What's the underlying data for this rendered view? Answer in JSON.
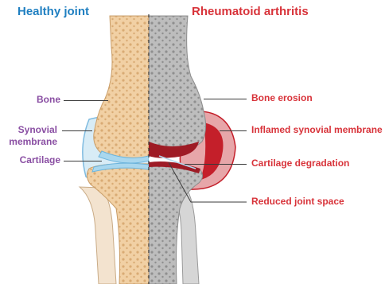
{
  "titles": {
    "healthy": "Healthy joint",
    "ra": "Rheumatoid arthritis"
  },
  "labels_left": {
    "bone": "Bone",
    "synovial_line1": "Synovial",
    "synovial_line2": "membrane",
    "cartilage": "Cartilage"
  },
  "labels_right": {
    "bone_erosion": "Bone erosion",
    "inflamed": "Inflamed synovial membrane",
    "cartilage_deg": "Cartilage degradation",
    "reduced_space": "Reduced joint space"
  },
  "colors": {
    "healthy_title": "#1f7fc1",
    "ra_title": "#d8333a",
    "label_purple": "#8a4fa3",
    "label_red": "#d8333a",
    "bone_healthy": "#f2d2a7",
    "bone_ra": "#b9b9b9",
    "inflamed": "#c41f2a",
    "cartilage": "#a9d7ee"
  }
}
